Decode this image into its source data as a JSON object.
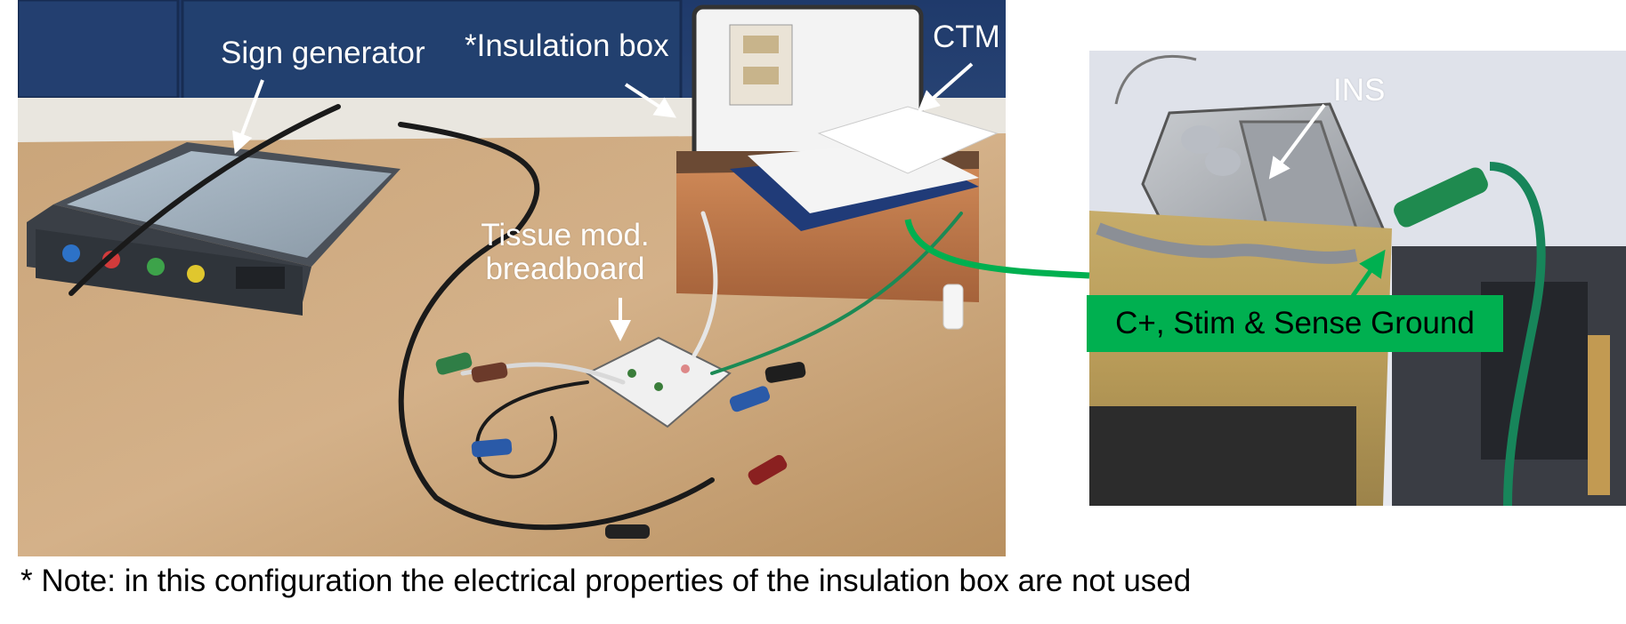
{
  "labels": {
    "sign_generator": "Sign generator",
    "insulation_box": "*Insulation box",
    "ctm": "CTM",
    "tissue_mod_line1": "Tissue mod.",
    "tissue_mod_line2": "breadboard",
    "ins": "INS",
    "ground_callout": "C+, Stim & Sense Ground"
  },
  "footnote": "* Note: in this configuration the electrical properties of the insulation box are not used",
  "colors": {
    "callout_green": "#00b050",
    "label_text": "#ffffff",
    "footnote_text": "#000000"
  }
}
